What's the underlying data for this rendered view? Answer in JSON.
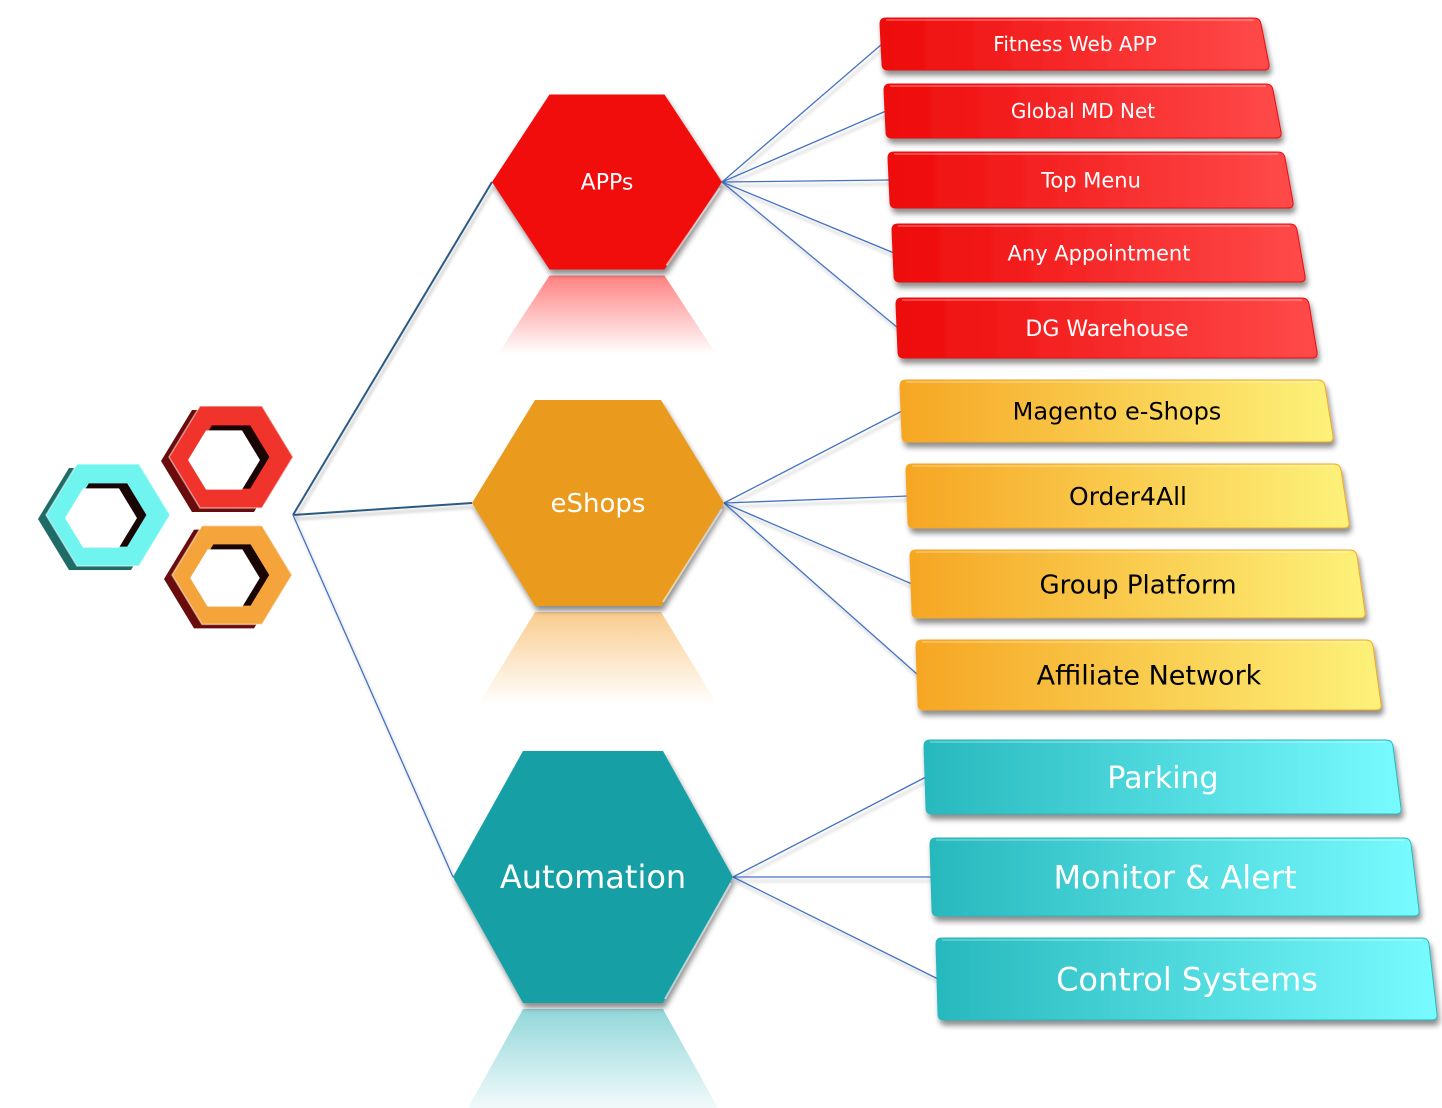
{
  "diagram": {
    "type": "hierarchy",
    "root": {
      "label": "",
      "logo": "three-hexagon-rings-logo",
      "ring_colors": [
        "#6ff4f0",
        "#f0332b",
        "#f4a43a"
      ]
    },
    "branches": [
      {
        "id": "apps",
        "label": "APPs",
        "color": "#f20c0c",
        "reflection_color": "#ff6b6b",
        "text_color": "#ffffff",
        "leaf_gradient": [
          "#ee0a0a",
          "#ff4a4a"
        ],
        "leaf_text_color": "#ffffff",
        "children": [
          {
            "label": "Fitness Web APP"
          },
          {
            "label": "Global MD Net"
          },
          {
            "label": "Top Menu"
          },
          {
            "label": "Any Appointment"
          },
          {
            "label": "DG Warehouse"
          }
        ]
      },
      {
        "id": "eshops",
        "label": "eShops",
        "color": "#ea9a1e",
        "reflection_color": "#f8c37a",
        "text_color": "#ffffff",
        "leaf_gradient": [
          "#f6a623",
          "#fdf27a"
        ],
        "leaf_text_color": "#000000",
        "children": [
          {
            "label": "Magento e-Shops"
          },
          {
            "label": "Order4All"
          },
          {
            "label": "Group Platform"
          },
          {
            "label": "Affiliate Network"
          }
        ]
      },
      {
        "id": "automation",
        "label": "Automation",
        "color": "#15a0a6",
        "reflection_color": "#7fd0d3",
        "text_color": "#ffffff",
        "leaf_gradient": [
          "#27b8bd",
          "#78fbff"
        ],
        "leaf_text_color": "#ffffff",
        "children": [
          {
            "label": "Parking"
          },
          {
            "label": "Monitor & Alert"
          },
          {
            "label": "Control Systems"
          }
        ]
      }
    ],
    "connector_colors": {
      "root": "#2f5a82",
      "branch": "#4472c4"
    }
  }
}
